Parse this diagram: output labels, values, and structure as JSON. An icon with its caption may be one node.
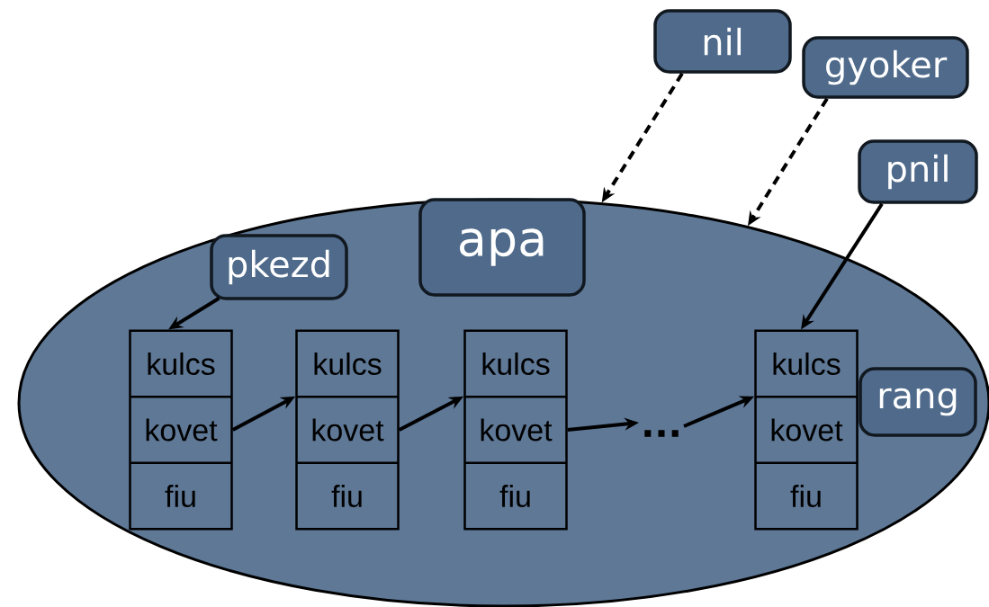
{
  "diagram": {
    "nodes": [
      {
        "text": [
          "nil"
        ]
      },
      {
        "text": [
          "gyoker"
        ]
      },
      {
        "text": [
          "pnil"
        ]
      },
      {
        "text": [],
        "shape": "ellipse"
      },
      {
        "text": [
          "apa"
        ],
        "in": 3
      },
      {
        "text": [
          "pkezd"
        ],
        "in": 3
      },
      {
        "text": [
          "kulcs",
          "kovet",
          "fiu"
        ],
        "in": 3
      },
      {
        "text": [
          "kulcs",
          "kovet",
          "fiu"
        ],
        "in": 3
      },
      {
        "text": [
          "kulcs",
          "kovet",
          "fiu"
        ],
        "in": 3
      },
      {
        "text": [
          "..."
        ],
        "in": 3
      },
      {
        "text": [
          "kulcs",
          "kovet",
          "fiu"
        ],
        "in": 3
      },
      {
        "text": [
          "rang"
        ],
        "in": 3
      }
    ],
    "edges": [
      {
        "from": 0,
        "to": 3,
        "arrow": "to",
        "style": "dashed"
      },
      {
        "from": 1,
        "to": 3,
        "arrow": "to",
        "style": "dashed"
      },
      {
        "from": 2,
        "to": 10,
        "arrow": "to"
      },
      {
        "from": 5,
        "to": 6,
        "arrow": "to"
      },
      {
        "from": 6,
        "to": 7,
        "arrow": "to"
      },
      {
        "from": 7,
        "to": 8,
        "arrow": "to"
      },
      {
        "from": 8,
        "to": 9,
        "arrow": "to"
      },
      {
        "from": 9,
        "to": 10,
        "arrow": "to"
      }
    ]
  }
}
